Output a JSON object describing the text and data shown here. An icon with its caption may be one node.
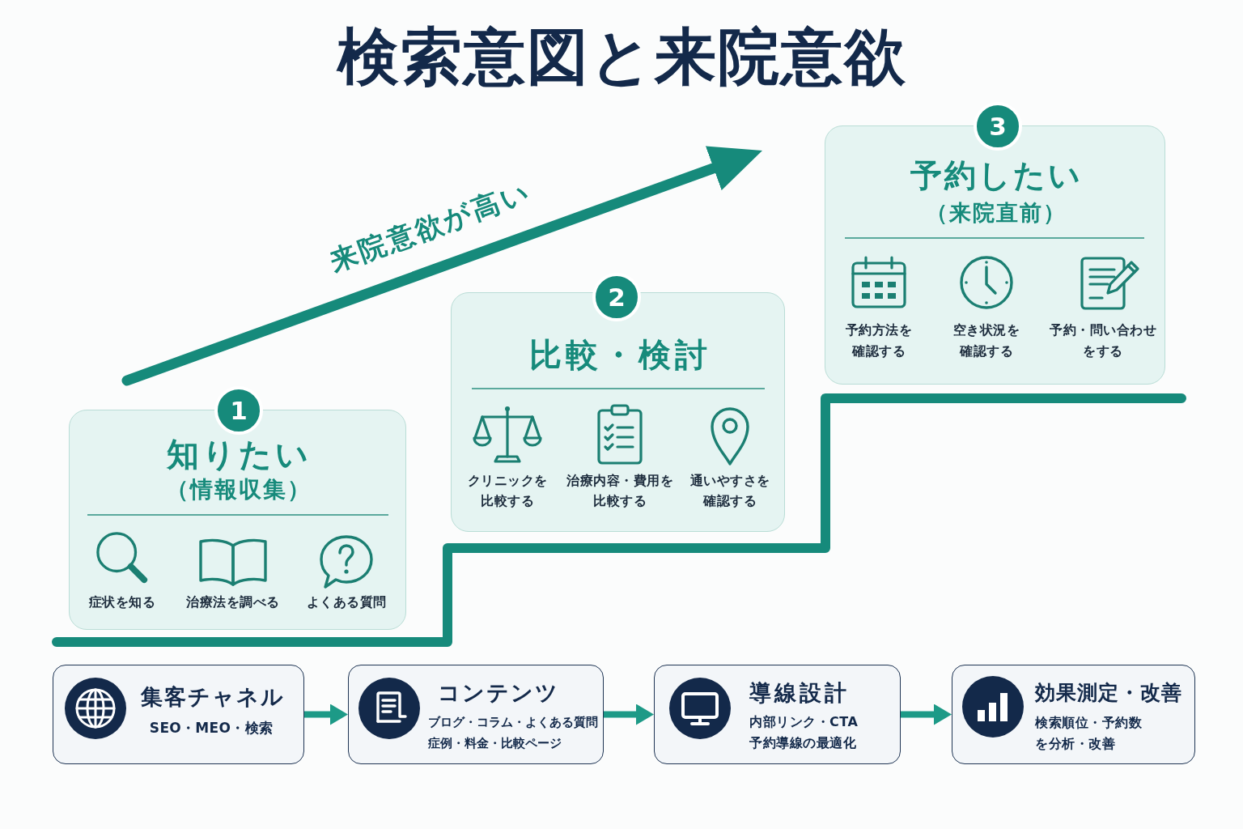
{
  "diagram": {
    "title": "検索意図と来院意欲",
    "nodes": [
      {
        "text": [
          "1"
        ]
      },
      {
        "text": [
          "知りたい",
          "（情報収集）",
          "症状を知る",
          "治療法を調べる",
          "よくある質問"
        ]
      },
      {
        "text": [
          "2"
        ]
      },
      {
        "text": [
          "比較・検討",
          "クリニックを比較する",
          "治療内容・費用を比較する",
          "通いやすさを確認する"
        ]
      },
      {
        "text": [
          "3"
        ]
      },
      {
        "text": [
          "予約したい",
          "（来院直前）",
          "予約方法を確認する",
          "空き状況を確認する",
          "予約・問い合わせをする"
        ]
      },
      {
        "text": [
          "集客チャネル",
          "SEO・MEO・検索"
        ]
      },
      {
        "text": [
          "コンテンツ",
          "ブログ・コラム・よくある質問",
          "症例・料金・比較ページ"
        ]
      },
      {
        "text": [
          "導線設計",
          "内部リンク・CTA",
          "予約導線の最適化"
        ]
      },
      {
        "text": [
          "効果測定・改善",
          "検索順位・予約数を分析・改善"
        ]
      }
    ],
    "edges": [
      {
        "from": 6,
        "to": 7,
        "arrow": "to"
      },
      {
        "from": 7,
        "to": 8,
        "arrow": "to"
      },
      {
        "from": 8,
        "to": 9,
        "arrow": "to"
      }
    ],
    "labels": [
      "来院意欲が高い"
    ]
  }
}
